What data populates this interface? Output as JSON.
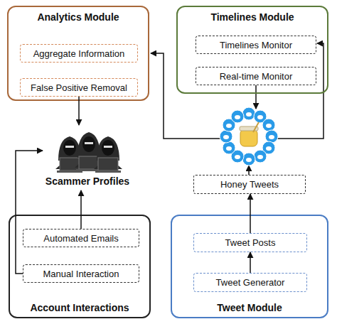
{
  "diagram": {
    "nodes": [
      {
        "text": [
          "Analytics Module"
        ]
      },
      {
        "text": [
          "Aggregate Information"
        ],
        "in": 0
      },
      {
        "text": [
          "False Positive Removal"
        ],
        "in": 0
      },
      {
        "text": [
          "Timelines Module"
        ]
      },
      {
        "text": [
          "Timelines Monitor"
        ],
        "in": 3
      },
      {
        "text": [
          "Real-time Monitor"
        ],
        "in": 3
      },
      {
        "text": [
          "Scammer Profiles"
        ]
      },
      {
        "text": [
          "Honey Tweets"
        ]
      },
      {
        "text": [
          "Account Interactions"
        ]
      },
      {
        "text": [
          "Automated Emails"
        ],
        "in": 8
      },
      {
        "text": [
          "Manual Interaction"
        ],
        "in": 8
      },
      {
        "text": [
          "Tweet Module"
        ]
      },
      {
        "text": [
          "Tweet Posts"
        ],
        "in": 11
      },
      {
        "text": [
          "Tweet Generator"
        ],
        "in": 11
      }
    ],
    "edges": [
      {
        "from": 2,
        "to": 6,
        "arrow": "to"
      },
      {
        "from": 9,
        "to": 6,
        "arrow": "to"
      },
      {
        "from": 10,
        "to": 6,
        "arrow": "to"
      },
      {
        "from": 13,
        "to": 12,
        "arrow": "to"
      },
      {
        "from": 12,
        "to": 7,
        "arrow": "to"
      }
    ]
  }
}
